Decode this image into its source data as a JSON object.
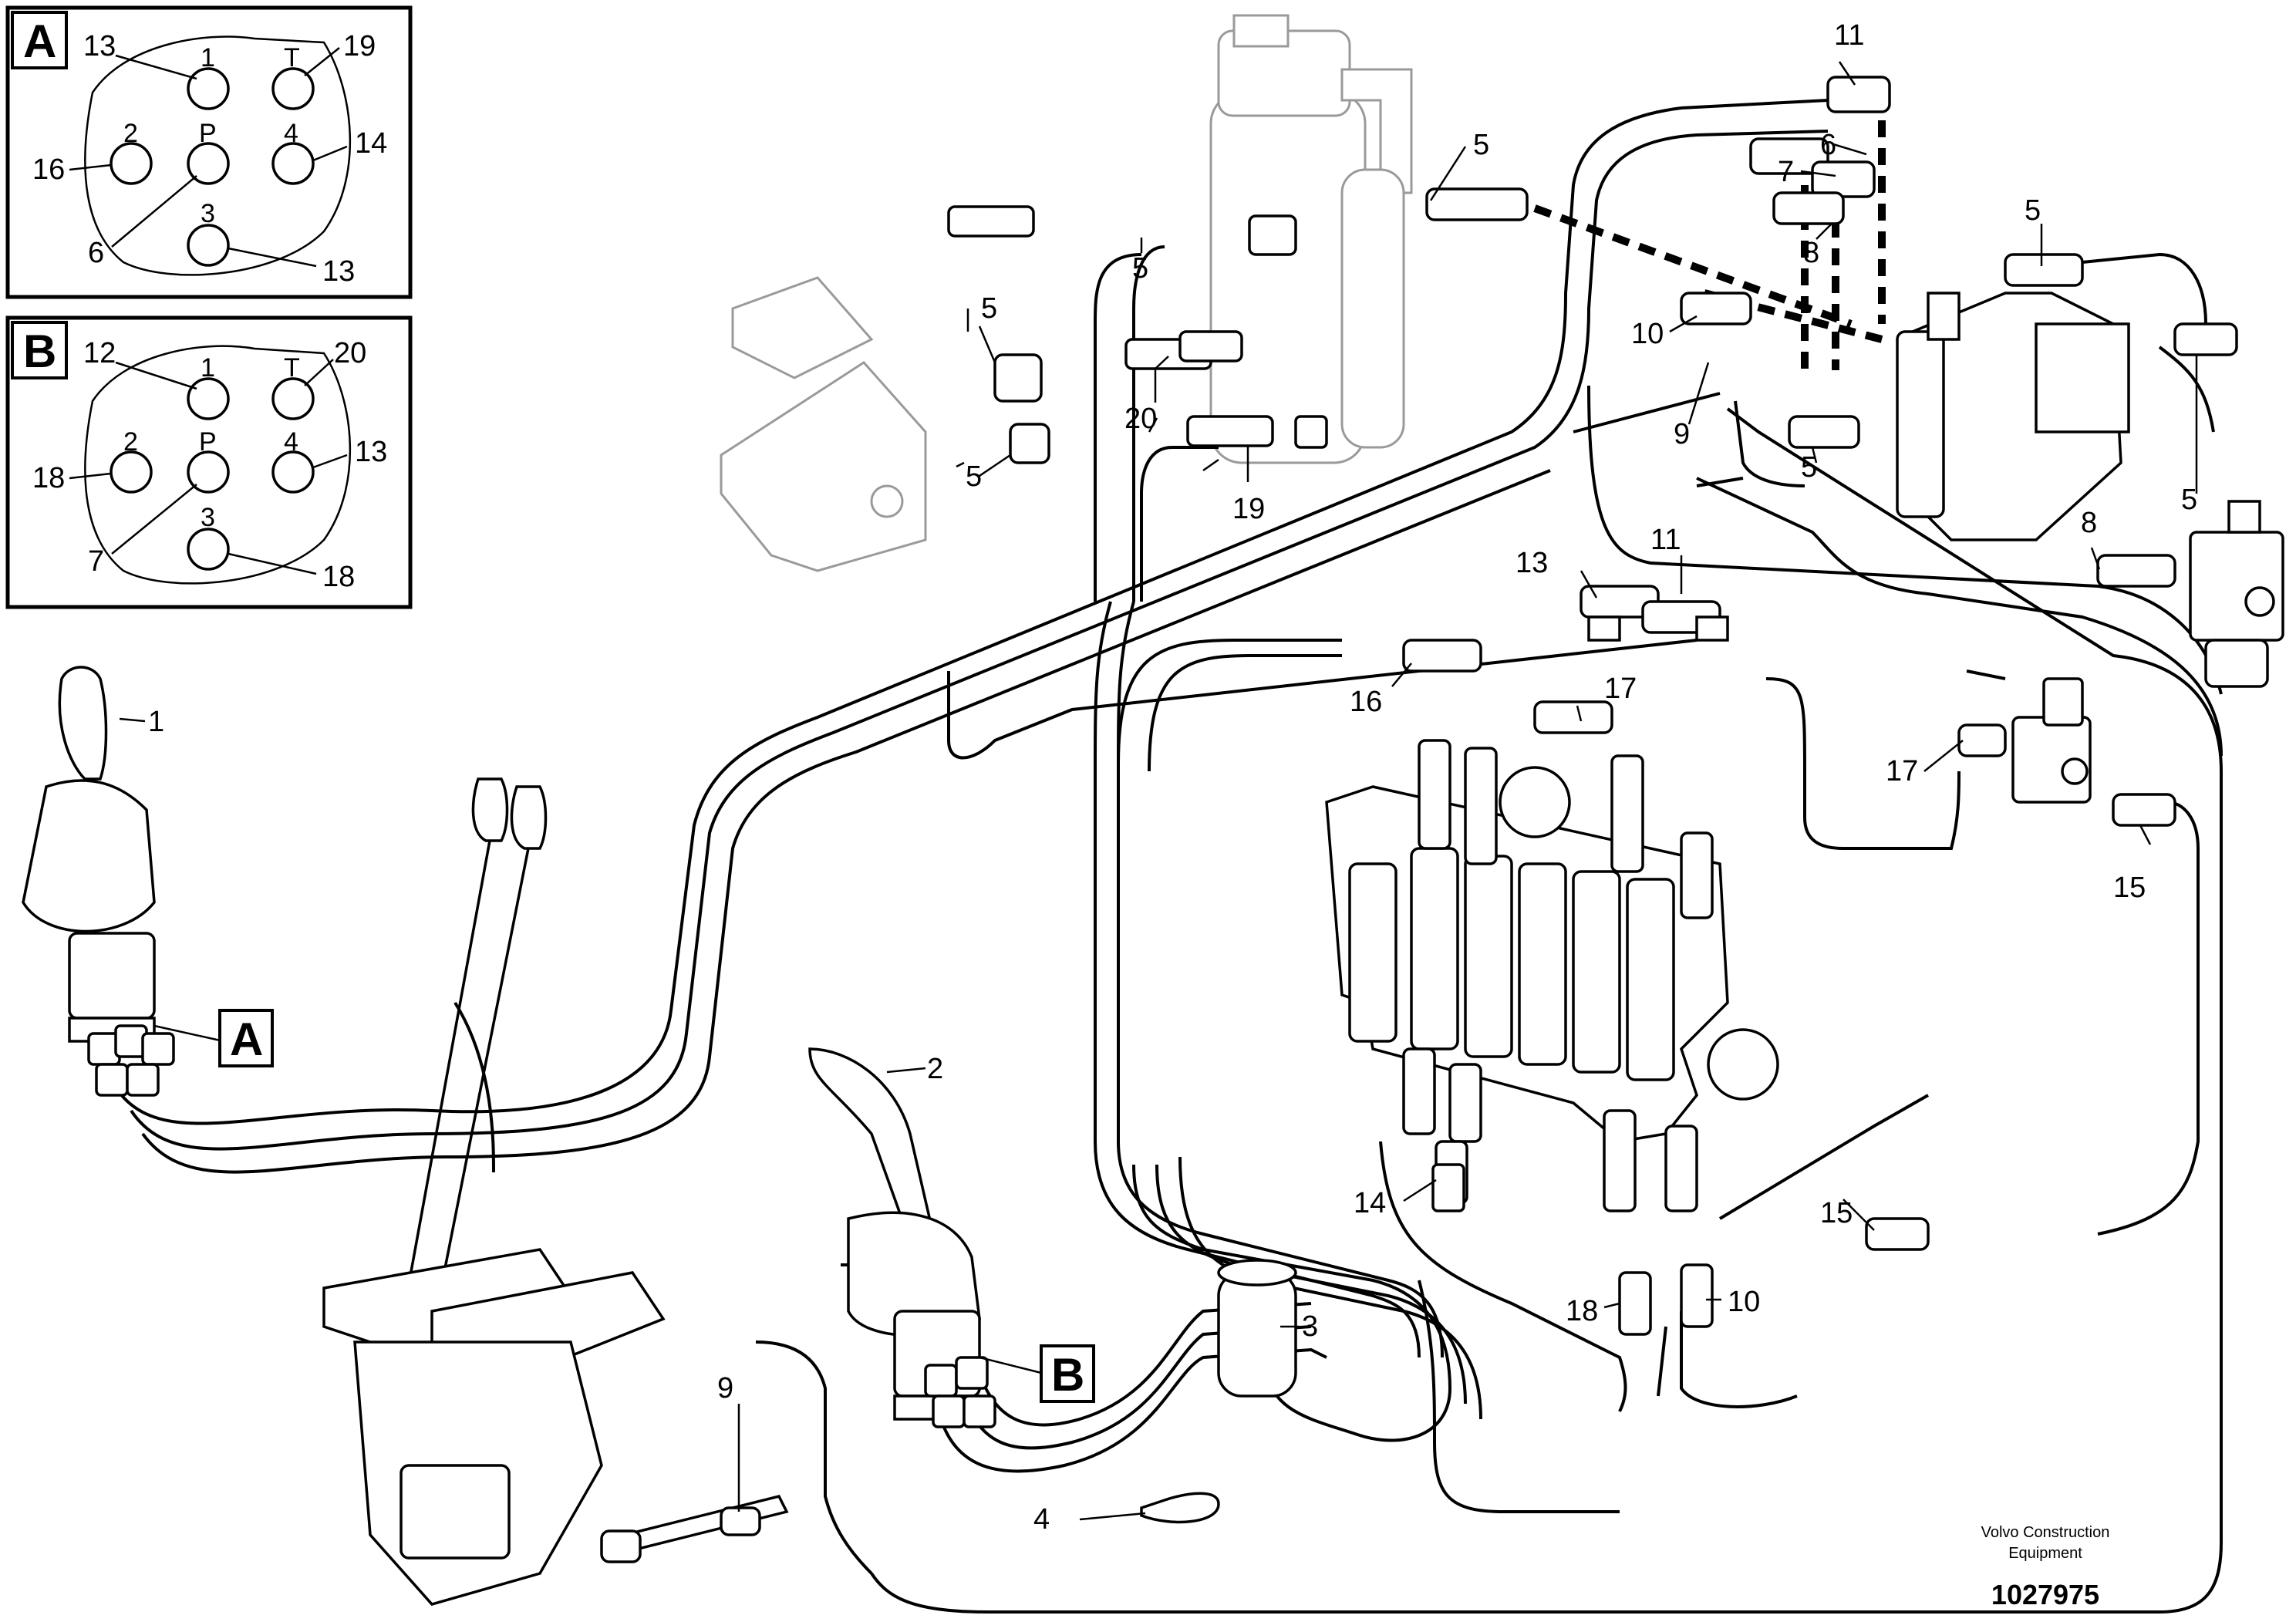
{
  "inset_a": {
    "letter": "A",
    "ports": {
      "p1": "1",
      "pT": "T",
      "p2": "2",
      "pP": "P",
      "p4": "4",
      "p3": "3"
    },
    "callouts": [
      "13",
      "19",
      "16",
      "14",
      "6",
      "13"
    ]
  },
  "inset_b": {
    "letter": "B",
    "ports": {
      "p1": "1",
      "pT": "T",
      "p2": "2",
      "pP": "P",
      "p4": "4",
      "p3": "3"
    },
    "callouts": [
      "12",
      "20",
      "18",
      "13",
      "7",
      "18"
    ]
  },
  "labels": {
    "A": "A",
    "B": "B"
  },
  "callouts": {
    "c1": "1",
    "c2": "2",
    "c3": "3",
    "c4": "4",
    "c5a": "5",
    "c5b": "5",
    "c5c": "5",
    "c5d": "5",
    "c5e": "5",
    "c5f": "5",
    "c5g": "5",
    "c6": "6",
    "c7": "7",
    "c8a": "8",
    "c8b": "8",
    "c9a": "9",
    "c9b": "9",
    "c10a": "10",
    "c10b": "10",
    "c11a": "11",
    "c11b": "11",
    "c13": "13",
    "c14": "14",
    "c15a": "15",
    "c15b": "15",
    "c16": "16",
    "c17a": "17",
    "c17b": "17",
    "c18": "18",
    "c19": "19",
    "c20": "20"
  },
  "credit": {
    "line1": "Volvo Construction",
    "line2": "Equipment"
  },
  "document_number": "1027975"
}
